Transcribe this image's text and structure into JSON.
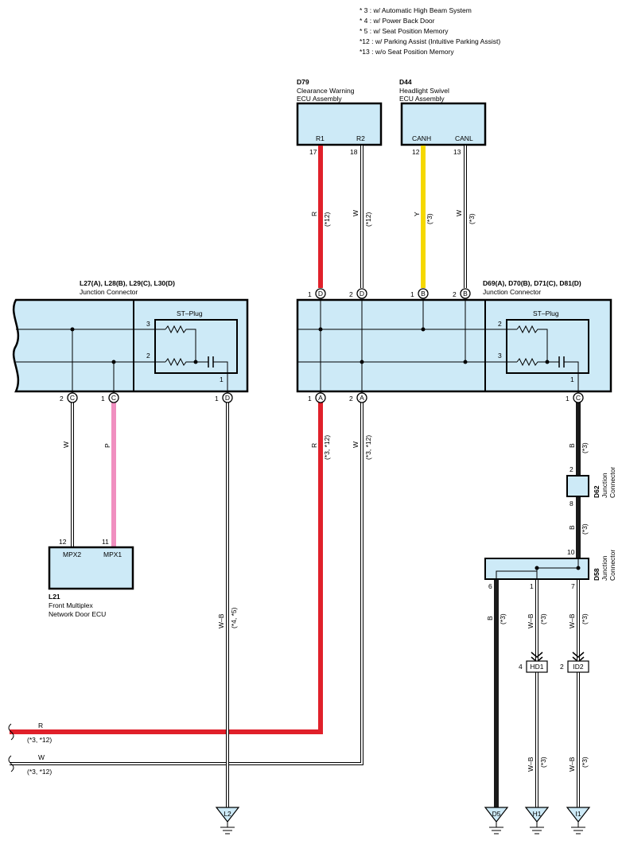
{
  "legend": [
    "* 3 : w/ Automatic High Beam System",
    "* 4 : w/ Power Back Door",
    "* 5 : w/ Seat Position Memory",
    "*12 : w/ Parking Assist (Intuitive Parking Assist)",
    "*13 : w/o Seat Position Memory"
  ],
  "components": {
    "d79": {
      "code": "D79",
      "name1": "Clearance Warning",
      "name2": "ECU Assembly",
      "pin_r1": "R1",
      "pin_r2": "R2"
    },
    "d44": {
      "code": "D44",
      "name1": "Headlight Swivel",
      "name2": "ECU Assembly",
      "pin_canh": "CANH",
      "pin_canl": "CANL"
    },
    "l27": {
      "code": "L27(A), L28(B), L29(C), L30(D)",
      "name": "Junction Connector",
      "stplug": "ST–Plug"
    },
    "d69": {
      "code": "D69(A), D70(B), D71(C), D81(D)",
      "name": "Junction Connector",
      "stplug": "ST–Plug"
    },
    "l21": {
      "code": "L21",
      "name1": "Front Multiplex",
      "name2": "Network Door ECU",
      "pin_mpx2": "MPX2",
      "pin_mpx1": "MPX1"
    },
    "d62": {
      "code": "D62",
      "name1": "Junction",
      "name2": "Connector"
    },
    "d58": {
      "code": "D58",
      "name1": "Junction",
      "name2": "Connector"
    }
  },
  "pins": {
    "n17": "17",
    "n18": "18",
    "n12": "12",
    "n13": "13",
    "n1": "1",
    "n2": "2",
    "n3": "3",
    "n6": "6",
    "n7": "7",
    "n8": "8",
    "n10": "10",
    "n11": "11",
    "n4": "4",
    "A": "A",
    "B": "B",
    "C": "C",
    "D": "D"
  },
  "wires": {
    "r": "R",
    "w": "W",
    "y": "Y",
    "p": "P",
    "b": "B",
    "wb": "W–B",
    "note_12": "(*12)",
    "note_3": "(*3)",
    "note_3_12": "(*3, *12)",
    "note_4_5": "(*4, *5)"
  },
  "connectors": {
    "hd1": "HD1",
    "id2": "ID2"
  },
  "grounds": {
    "l2": "L2",
    "d5": "D5",
    "h1": "H1",
    "i1": "I1"
  }
}
